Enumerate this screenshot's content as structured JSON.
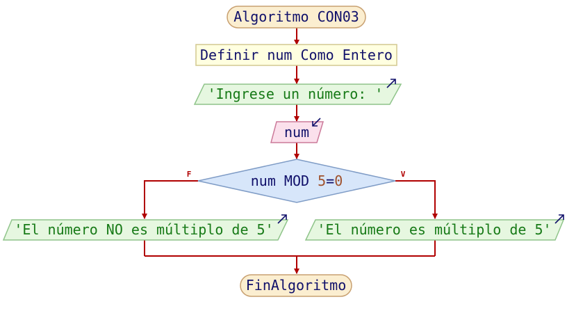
{
  "start_label": "Algoritmo CON03",
  "define_label": "Definir num Como Entero",
  "output_prompt": "'Ingrese un número: '",
  "input_var": "num",
  "condition": {
    "left": "num MOD ",
    "number": "5",
    "op": "=",
    "right": "0"
  },
  "branch_false_label": "F",
  "branch_true_label": "V",
  "output_false": "'El número NO es múltiplo de 5'",
  "output_true": "'El número es múltiplo de 5'",
  "end_label": "FinAlgoritmo",
  "colors": {
    "arrow": "#b00000",
    "terminal_fill": "#fbeed0",
    "terminal_stroke": "#c8a070",
    "define_fill": "#ffffe0",
    "define_stroke": "#d2c890",
    "output_fill": "#e6f7e0",
    "output_stroke": "#8fc48a",
    "input_fill": "#fbe0ec",
    "input_stroke": "#cc7a9a",
    "decision_fill": "#d7e6fa",
    "decision_stroke": "#7f9cc6",
    "text_dark": "#10106a",
    "text_string": "#177a17",
    "text_number": "#a0522d"
  }
}
